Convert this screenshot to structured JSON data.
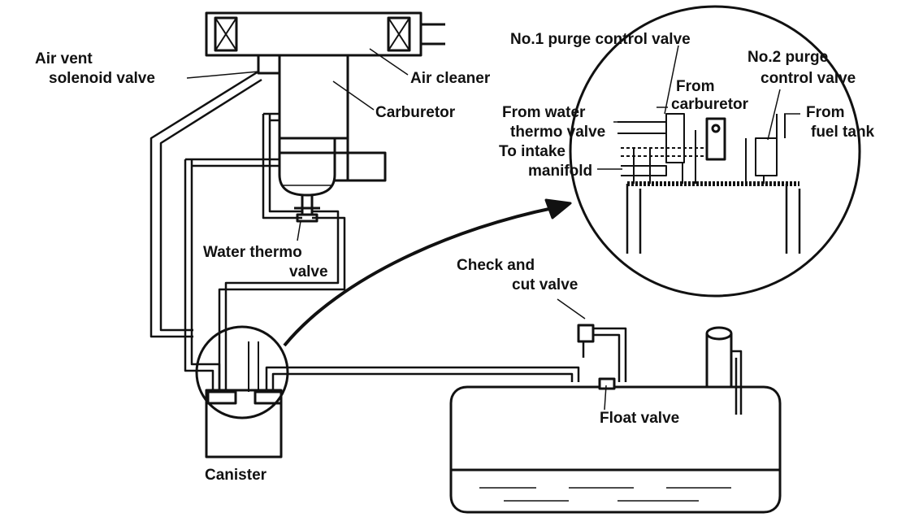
{
  "labels": {
    "air_vent_1": "Air vent",
    "air_vent_2": "solenoid valve",
    "air_cleaner": "Air cleaner",
    "carburetor": "Carburetor",
    "water_thermo_1": "Water thermo",
    "water_thermo_2": "valve",
    "canister": "Canister",
    "check_cut_1": "Check and",
    "check_cut_2": "cut valve",
    "float_valve": "Float valve",
    "purge1": "No.1 purge control valve",
    "purge2_1": "No.2 purge",
    "purge2_2": "control valve",
    "from_carb_1": "From",
    "from_carb_2": "carburetor",
    "from_water_1": "From water",
    "from_water_2": "thermo valve",
    "to_intake_1": "To intake",
    "to_intake_2": "manifold",
    "from_tank_1": "From",
    "from_tank_2": "fuel tank"
  }
}
